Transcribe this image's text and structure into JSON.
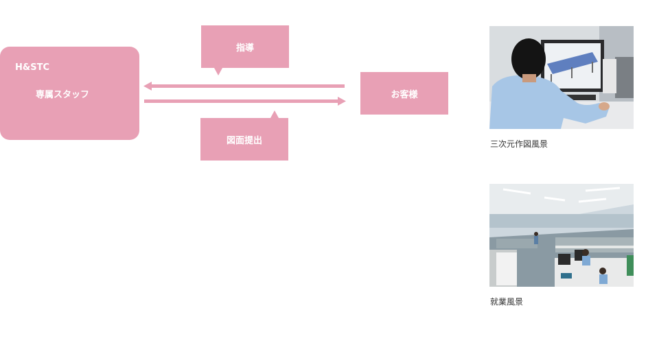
{
  "diagram": {
    "staff": {
      "org": "H&STC",
      "role": "専属スタッフ"
    },
    "customer": {
      "label": "お客様"
    },
    "guide": {
      "label": "指導"
    },
    "submit": {
      "label": "図面提出"
    },
    "colors": {
      "box": "#e8a0b5",
      "text": "#ffffff"
    }
  },
  "photos": [
    {
      "caption": "三次元作図風景"
    },
    {
      "caption": "就業風景"
    }
  ]
}
